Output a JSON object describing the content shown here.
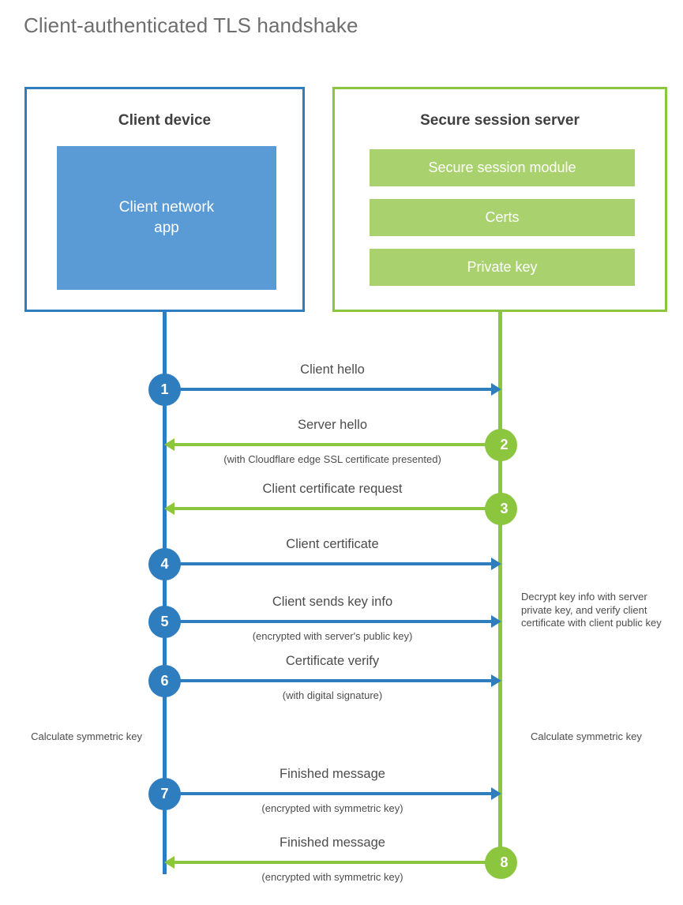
{
  "page": {
    "title": "Client-authenticated TLS handshake"
  },
  "colors": {
    "client_blue": "#2E7DBE",
    "client_app_fill": "#5B9BD5",
    "server_green": "#8CC63F",
    "server_bar_fill": "#A9D26E",
    "text_gray": "#4c4c4c",
    "title_gray": "#6e6e6e"
  },
  "client": {
    "title": "Client device",
    "app_label": "Client network\napp",
    "app_label_line1": "Client network",
    "app_label_line2": "app"
  },
  "server": {
    "title": "Secure session server",
    "bars": [
      {
        "label": "Secure session module"
      },
      {
        "label": "Certs"
      },
      {
        "label": "Private key"
      }
    ]
  },
  "steps": [
    {
      "number": "1",
      "label": "Client hello",
      "sub": "",
      "direction": "client-to-server",
      "color": "blue"
    },
    {
      "number": "2",
      "label": "Server hello",
      "sub": "(with Cloudflare edge SSL certificate presented)",
      "direction": "server-to-client",
      "color": "green"
    },
    {
      "number": "3",
      "label": "Client certificate request",
      "sub": "",
      "direction": "server-to-client",
      "color": "green"
    },
    {
      "number": "4",
      "label": "Client certificate",
      "sub": "",
      "direction": "client-to-server",
      "color": "blue"
    },
    {
      "number": "5",
      "label": "Client sends key info",
      "sub": "(encrypted with server's public key)",
      "direction": "client-to-server",
      "color": "blue"
    },
    {
      "number": "6",
      "label": "Certificate verify",
      "sub": "(with digital signature)",
      "direction": "client-to-server",
      "color": "blue"
    },
    {
      "number": "7",
      "label": "Finished message",
      "sub": "(encrypted with symmetric key)",
      "direction": "client-to-server",
      "color": "blue"
    },
    {
      "number": "8",
      "label": "Finished message",
      "sub": "(encrypted with symmetric key)",
      "direction": "server-to-client",
      "color": "green"
    }
  ],
  "notes": {
    "decrypt": "Decrypt key info with server private key, and verify client certificate with client public key",
    "calculate_symmetric_key_client": "Calculate symmetric key",
    "calculate_symmetric_key_server": "Calculate symmetric key"
  }
}
